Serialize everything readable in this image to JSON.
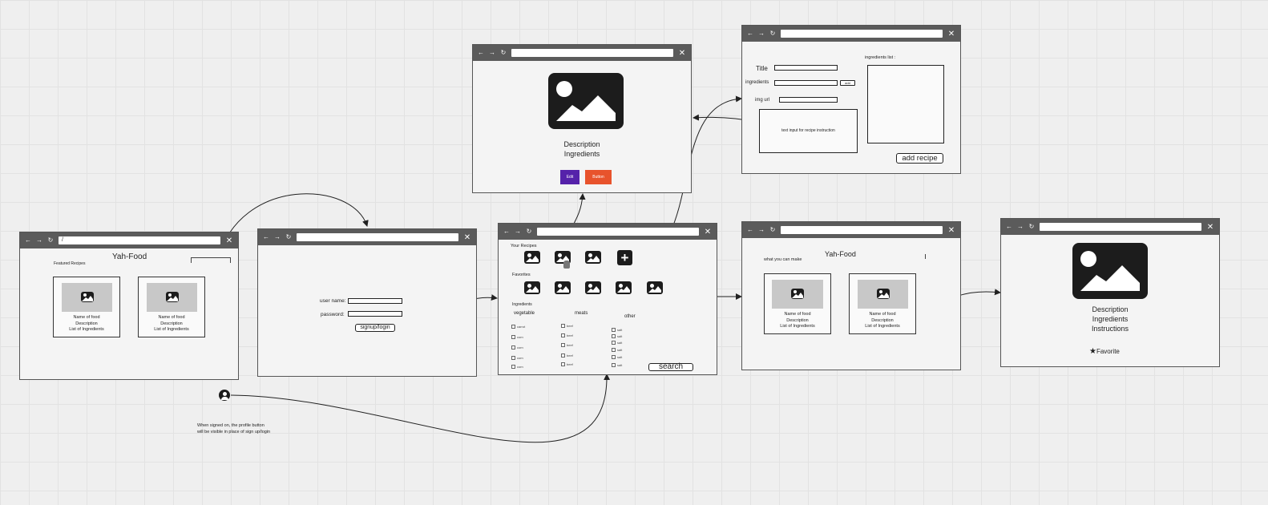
{
  "home": {
    "url": "/",
    "title": "Yah-Food",
    "featured": "Featured Recipes",
    "cards": [
      {
        "name": "Name of food",
        "desc": "Description",
        "list": "List of Ingredients"
      },
      {
        "name": "Name of food",
        "desc": "Description",
        "list": "List of Ingredients"
      }
    ]
  },
  "login": {
    "username_label": "user name:",
    "password_label": "password:",
    "button": "signup/login"
  },
  "dashboard": {
    "your_recipes": "Your Recipes",
    "favorites": "Favorites",
    "ingredients": "Ingredients",
    "columns": [
      "vegetable",
      "meats",
      "other"
    ],
    "search": "search"
  },
  "detail": {
    "desc": "Description",
    "ingredients": "Ingredients",
    "edit": "Edit",
    "delete": "Button"
  },
  "add": {
    "title_label": "Title",
    "ingredients_label": "ingredients",
    "img_label": "img url",
    "ingredients_list": "ingredients list :",
    "instruction": "text input for recipe instruction",
    "button": "add recipe",
    "small_btn": "add"
  },
  "results": {
    "title": "Yah-Food",
    "subtitle": "what you can make",
    "cards": [
      {
        "name": "Name of food",
        "desc": "Description",
        "list": "List of Ingredients"
      },
      {
        "name": "Name of food",
        "desc": "Description",
        "list": "List of Ingredients"
      }
    ]
  },
  "full": {
    "desc": "Description",
    "ingredients": "Ingredients",
    "instructions": "Instructions",
    "favorite": "Favorite"
  },
  "note": {
    "line1": "When signed on, the profile button",
    "line2": "will be visible in place of sign up/login"
  },
  "colors": {
    "edit": "#5522aa",
    "delete": "#e8532c",
    "titlebar": "#5b5b5b"
  }
}
